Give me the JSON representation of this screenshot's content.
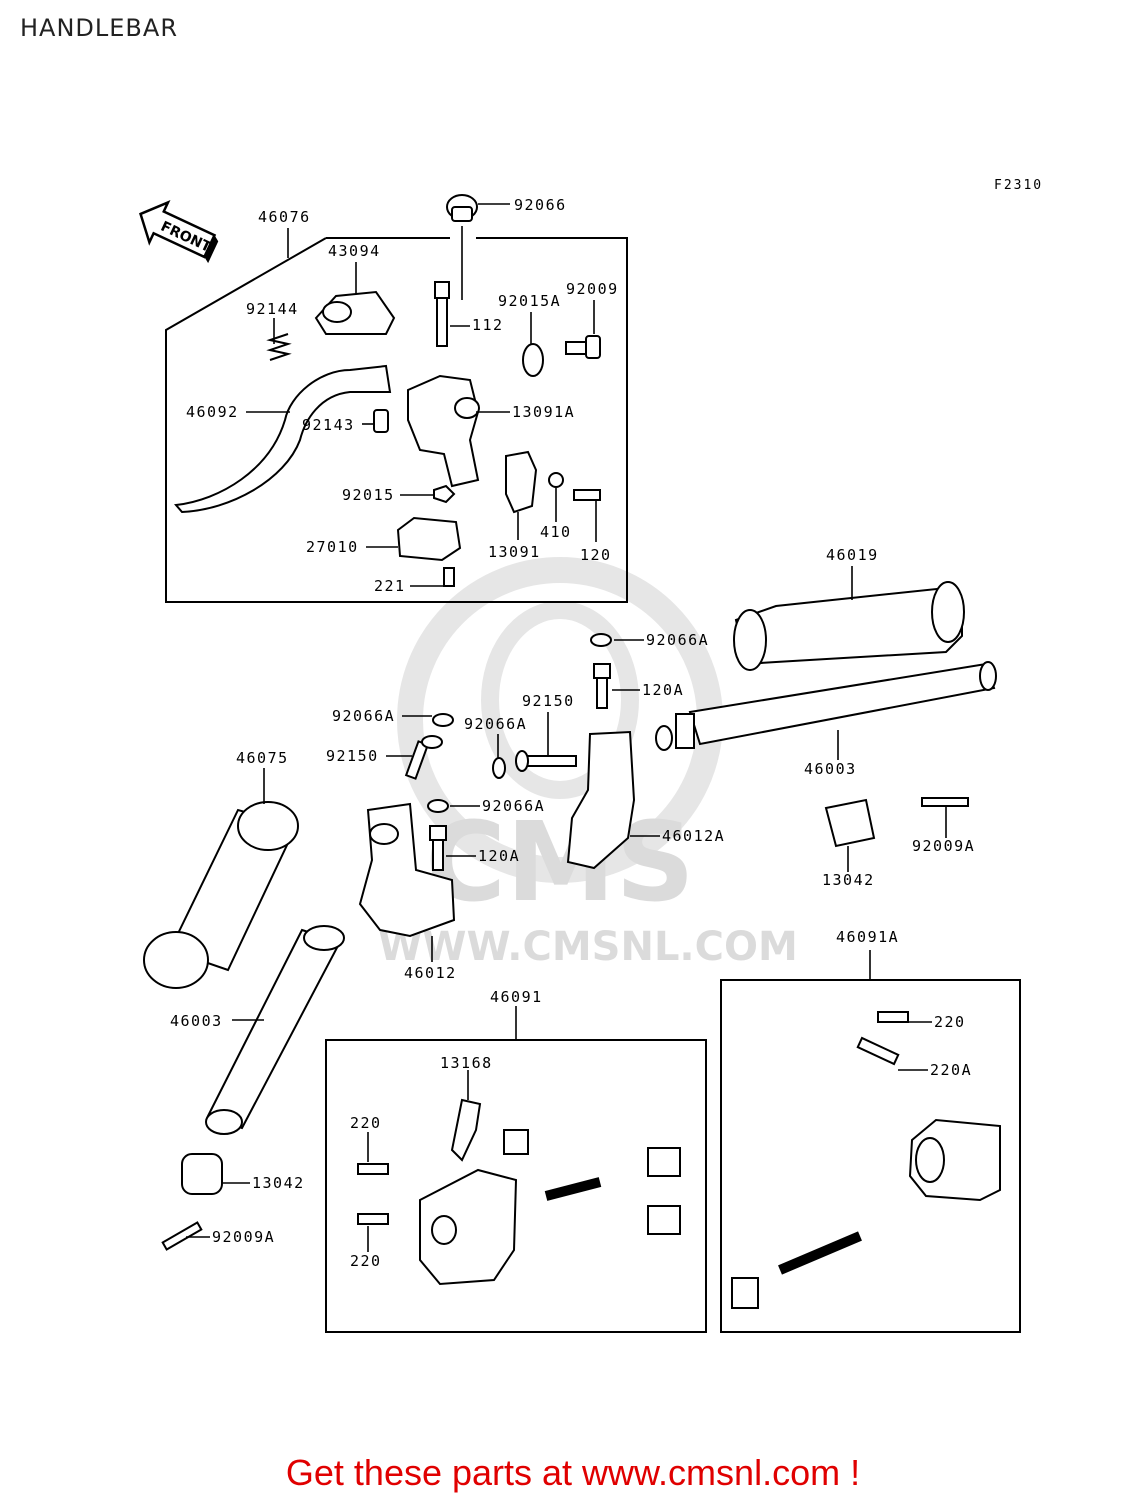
{
  "title": "HANDLEBAR",
  "figure_code": "F2310",
  "front_arrow_label": "FRONT",
  "watermark": {
    "brand": "CMS",
    "url": "WWW.CMSNL.COM"
  },
  "call_to_action": "Get these parts at www.cmsnl.com !",
  "groups": [
    {
      "id": "46076",
      "label": "46076"
    },
    {
      "id": "46091",
      "label": "46091"
    },
    {
      "id": "46091A",
      "label": "46091A"
    }
  ],
  "parts": [
    {
      "key": "p92066",
      "label": "92066"
    },
    {
      "key": "p46076",
      "label": "46076"
    },
    {
      "key": "p43094",
      "label": "43094"
    },
    {
      "key": "p92144",
      "label": "92144"
    },
    {
      "key": "p112",
      "label": "112"
    },
    {
      "key": "p92015A",
      "label": "92015A"
    },
    {
      "key": "p92009",
      "label": "92009"
    },
    {
      "key": "p46092",
      "label": "46092"
    },
    {
      "key": "p92143",
      "label": "92143"
    },
    {
      "key": "p13091A",
      "label": "13091A"
    },
    {
      "key": "p92015",
      "label": "92015"
    },
    {
      "key": "p410",
      "label": "410"
    },
    {
      "key": "p27010",
      "label": "27010"
    },
    {
      "key": "p13091",
      "label": "13091"
    },
    {
      "key": "p120",
      "label": "120"
    },
    {
      "key": "p221",
      "label": "221"
    },
    {
      "key": "p46019",
      "label": "46019"
    },
    {
      "key": "p92066A_1",
      "label": "92066A"
    },
    {
      "key": "p120A_1",
      "label": "120A"
    },
    {
      "key": "p92150_1",
      "label": "92150"
    },
    {
      "key": "p92066A_2",
      "label": "92066A"
    },
    {
      "key": "p92066A_3",
      "label": "92066A"
    },
    {
      "key": "p92150_2",
      "label": "92150"
    },
    {
      "key": "p46075",
      "label": "46075"
    },
    {
      "key": "p46003_1",
      "label": "46003"
    },
    {
      "key": "p92066A_4",
      "label": "92066A"
    },
    {
      "key": "p46012A",
      "label": "46012A"
    },
    {
      "key": "p120A_2",
      "label": "120A"
    },
    {
      "key": "p92009A_1",
      "label": "92009A"
    },
    {
      "key": "p13042_1",
      "label": "13042"
    },
    {
      "key": "p46012",
      "label": "46012"
    },
    {
      "key": "p46091A",
      "label": "46091A"
    },
    {
      "key": "p46091",
      "label": "46091"
    },
    {
      "key": "p46003_2",
      "label": "46003"
    },
    {
      "key": "p220_1",
      "label": "220"
    },
    {
      "key": "p220A",
      "label": "220A"
    },
    {
      "key": "p13168",
      "label": "13168"
    },
    {
      "key": "p220_2",
      "label": "220"
    },
    {
      "key": "p220_3",
      "label": "220"
    },
    {
      "key": "p13042_2",
      "label": "13042"
    },
    {
      "key": "p92009A_2",
      "label": "92009A"
    }
  ]
}
